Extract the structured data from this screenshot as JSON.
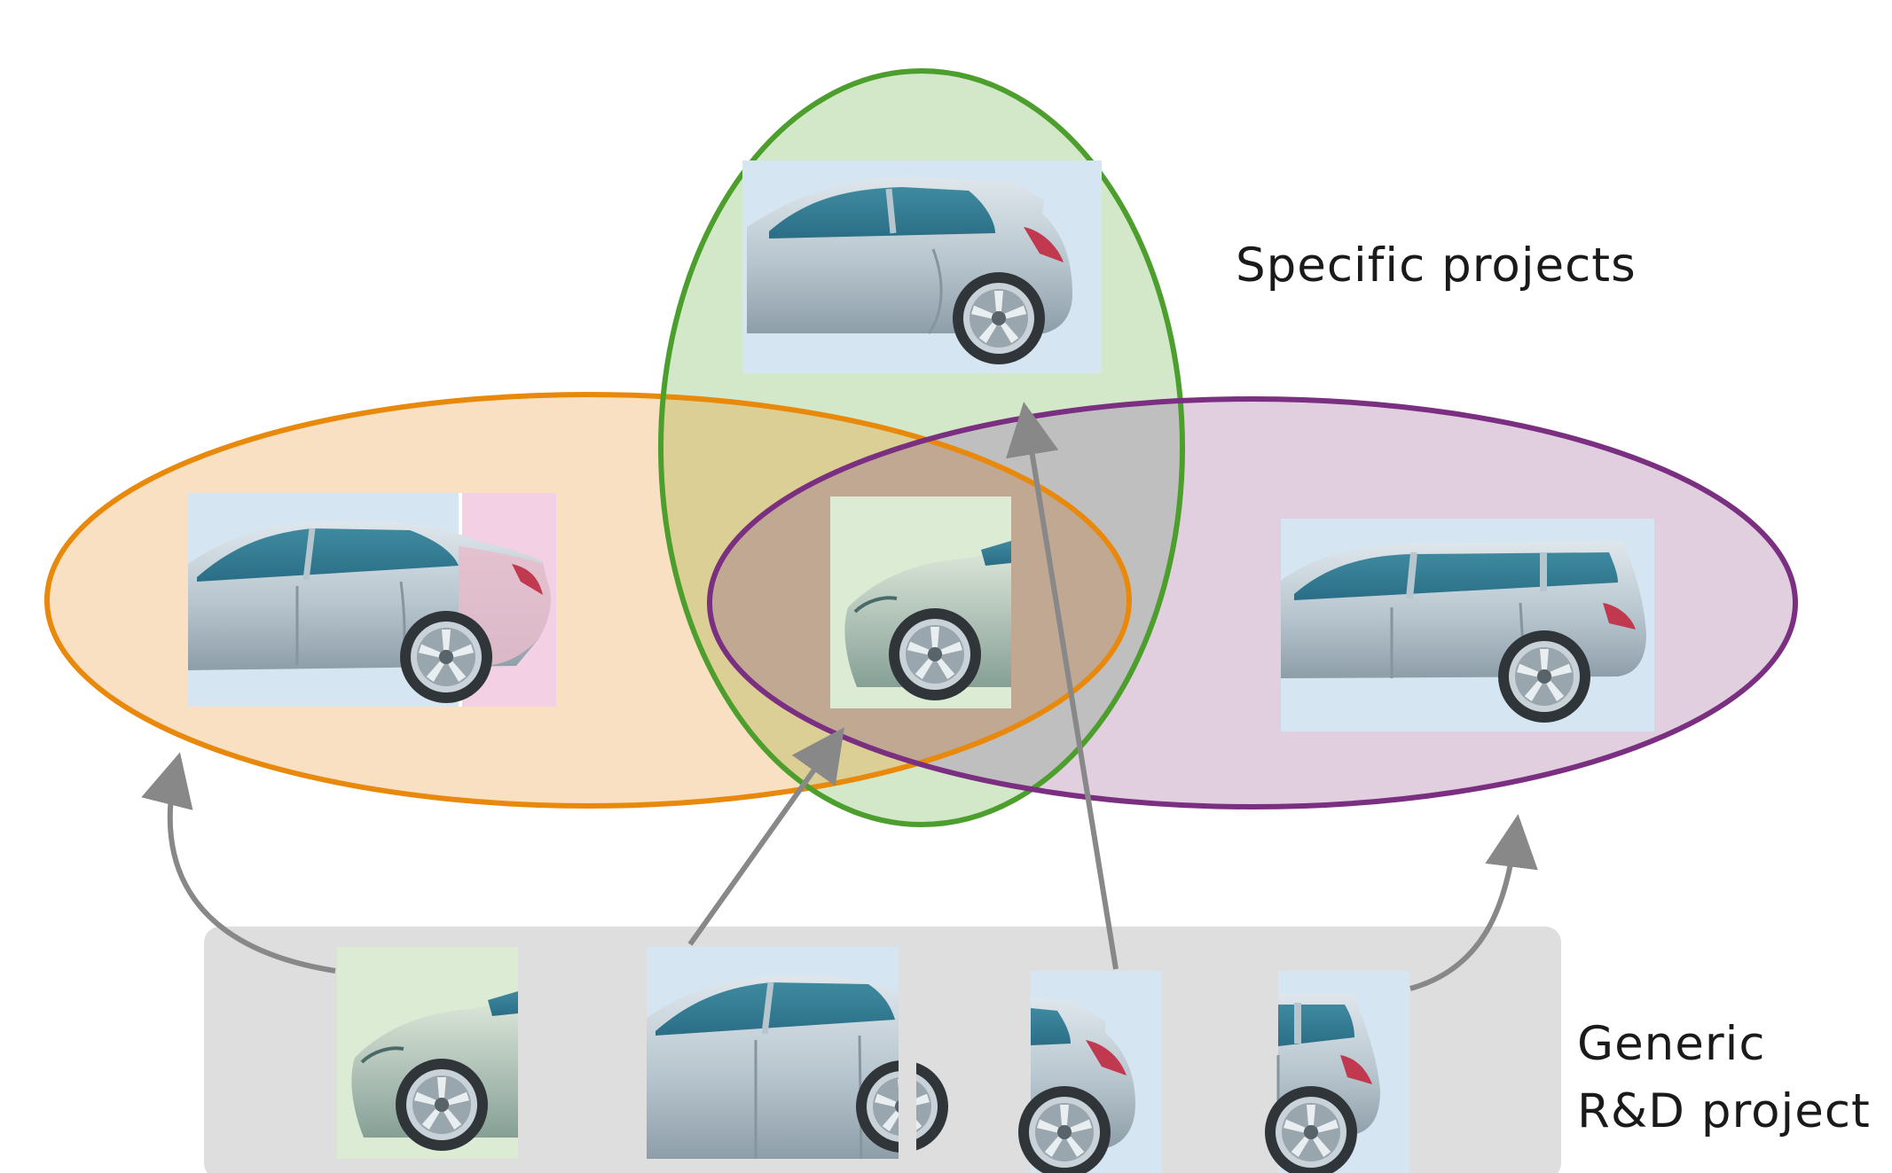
{
  "labels": {
    "specific_projects": "Specific projects",
    "generic_line1": "Generic",
    "generic_line2": "R&D project"
  },
  "project_sets": [
    {
      "name": "sedan-project",
      "stroke": "#E8890C",
      "fill": "#F9E0C3"
    },
    {
      "name": "hatchback-project",
      "stroke": "#4C9E2D",
      "fill": "#D3E8C9"
    },
    {
      "name": "estate-project",
      "stroke": "#7A2F80",
      "fill": "#E1CFE0"
    }
  ],
  "overlap_colors": {
    "orange_green": "#DCCF95",
    "green_purple": "#BFBFBF",
    "all_three": "#C1A892"
  },
  "generic_panel": {
    "fill": "#DEDEDE"
  },
  "arrow_color": "#888888",
  "modules": [
    "front-module",
    "sedan-body-module",
    "hatchback-rear-module",
    "estate-rear-module"
  ],
  "image_bg": {
    "blue": "#D5E5F1",
    "green": "#DCEBD4",
    "pink": "#F3D0E4"
  }
}
